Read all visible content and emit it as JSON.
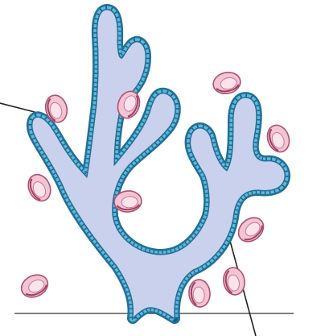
{
  "figure": {
    "colors": {
      "background": "#ffffff",
      "duct_fill": "#c9d1ec",
      "epithelium_outer": "#1f6f99",
      "epithelium_fill": "#5fb8d8",
      "cell_divider": "#1a5f86",
      "blood_cell_fill": "#f3c4d3",
      "blood_cell_edge": "#b04f74",
      "blood_cell_center": "#fbe3ec",
      "leader_line": "#222222",
      "base_line": "#555555"
    },
    "structures": {
      "gland_tree": "branched-tubular-gland",
      "blood_cells": "red-blood-cell-icons",
      "leader_lines": "label-leader-lines"
    },
    "cropped_label": ""
  }
}
